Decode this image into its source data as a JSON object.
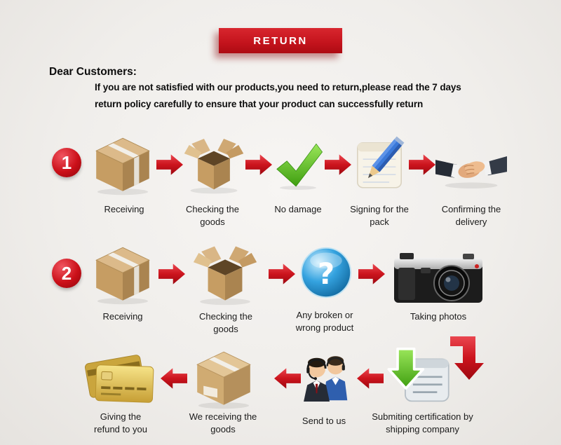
{
  "banner": {
    "label": "RETURN"
  },
  "intro": {
    "salutation": "Dear Customers:",
    "line1": "If you are not satisfied with our products,you need to return,please read the 7 days",
    "line2": "return policy carefully to ensure that your product can successfully return"
  },
  "icons": {
    "question_glyph": "?"
  },
  "colors": {
    "accent_red": "#c3131c",
    "background": "#f0eeeb",
    "check_green": "#52b51d",
    "question_blue": "#1286c9",
    "cardboard": "#c69d63",
    "gold_card": "#d9b64a"
  },
  "rows": [
    {
      "number": "1",
      "steps": [
        {
          "icon": "closed-box",
          "label": "Receiving"
        },
        {
          "icon": "open-box",
          "label": "Checking the goods"
        },
        {
          "icon": "green-check",
          "label": "No damage"
        },
        {
          "icon": "notepad-pencil",
          "label": "Signing for the pack"
        },
        {
          "icon": "handshake",
          "label": "Confirming the delivery"
        }
      ]
    },
    {
      "number": "2",
      "steps": [
        {
          "icon": "closed-box",
          "label": "Receiving"
        },
        {
          "icon": "open-box",
          "label": "Checking the goods"
        },
        {
          "icon": "question-mark",
          "label": "Any broken or wrong product"
        },
        {
          "icon": "camera",
          "label": "Taking photos"
        }
      ]
    },
    {
      "steps": [
        {
          "icon": "credit-cards",
          "label": "Giving the refund to you"
        },
        {
          "icon": "closed-box",
          "label": "We receiving the goods"
        },
        {
          "icon": "support-agents",
          "label": "Send to us"
        },
        {
          "icon": "certification",
          "label": "Submiting certification by shipping company"
        }
      ]
    }
  ]
}
